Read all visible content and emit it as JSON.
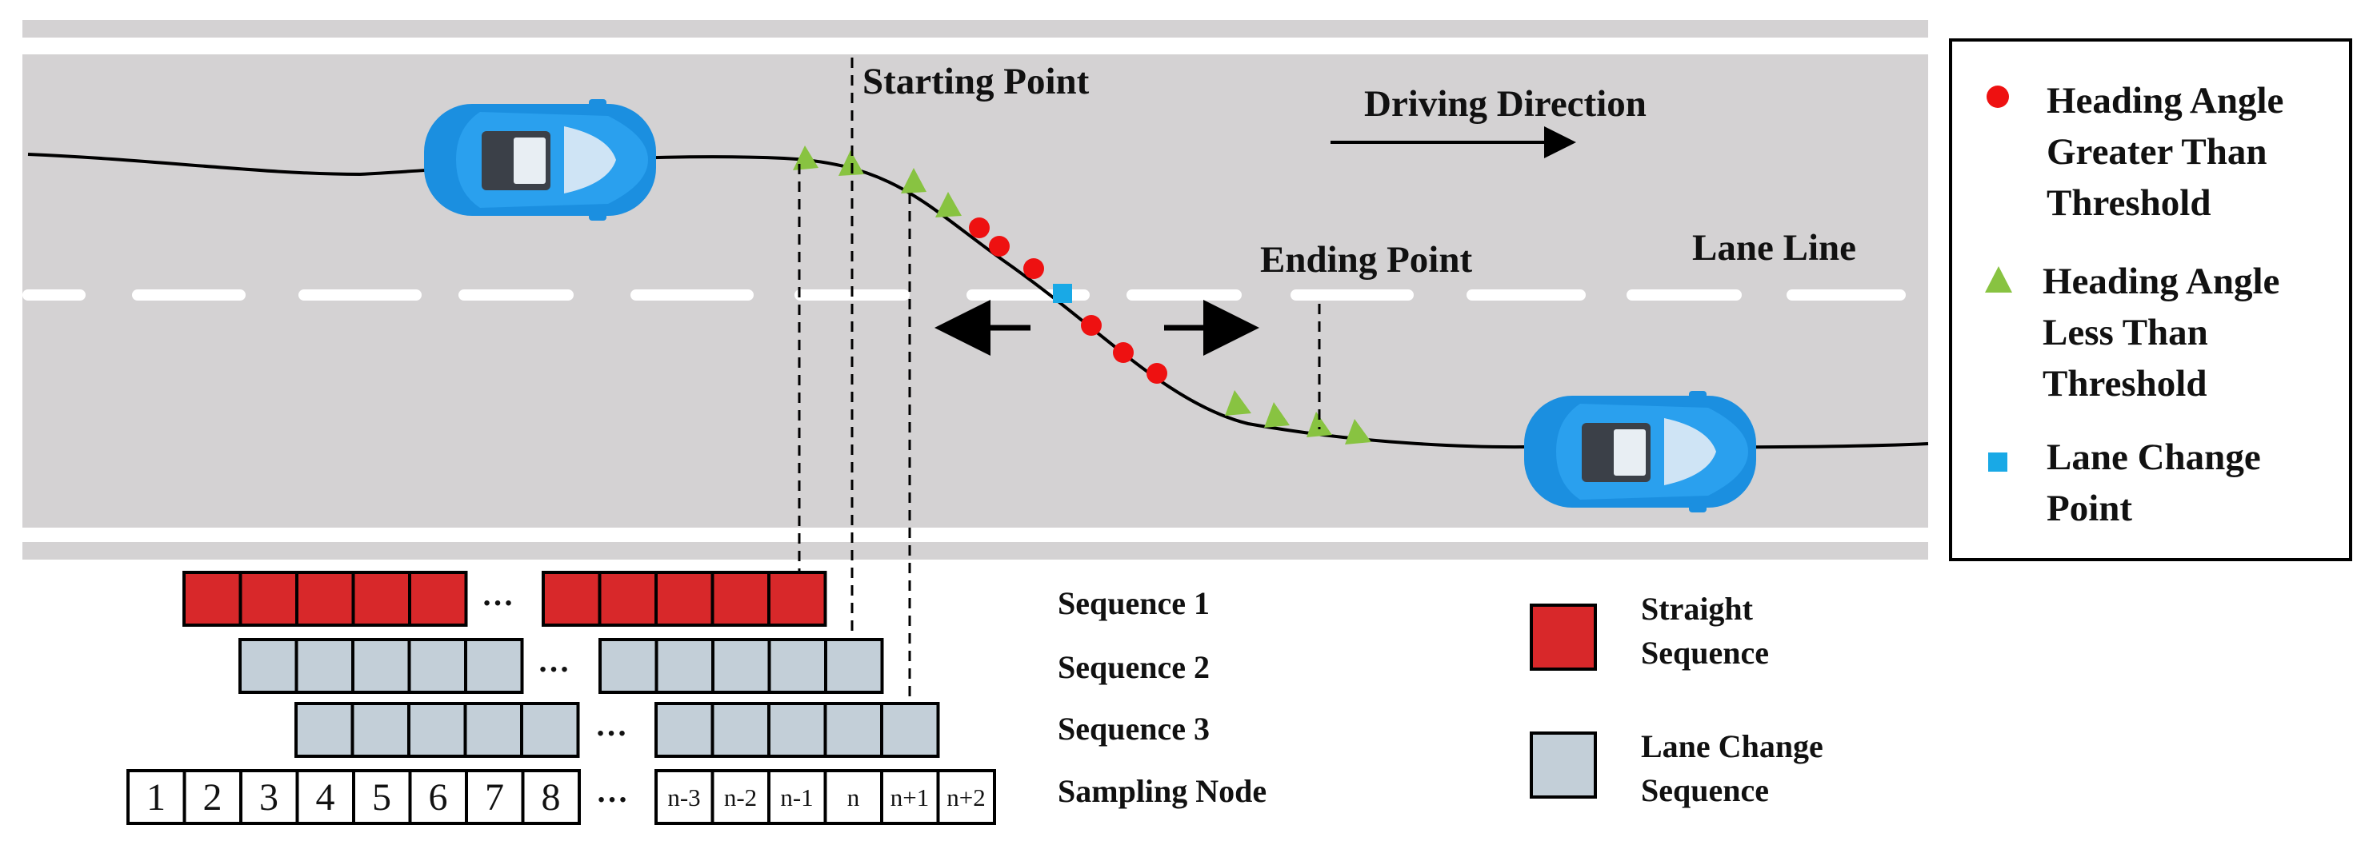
{
  "labels": {
    "starting_point": "Starting Point",
    "driving_direction": "Driving Direction",
    "ending_point": "Ending Point",
    "lane_line": "Lane Line"
  },
  "legend": {
    "items": [
      {
        "symbol": "red-circle",
        "lines": [
          "Heading Angle",
          "Greater Than",
          "Threshold"
        ]
      },
      {
        "symbol": "green-triangle",
        "lines": [
          "Heading Angle",
          "Less Than",
          "Threshold"
        ]
      },
      {
        "symbol": "blue-square",
        "lines": [
          "Lane Change",
          "Point"
        ]
      }
    ]
  },
  "sequences": {
    "rows": [
      "Sequence 1",
      "Sequence 2",
      "Sequence 3",
      "Sampling Node"
    ],
    "ellipsis": "…",
    "left_nodes": [
      "1",
      "2",
      "3",
      "4",
      "5",
      "6",
      "7",
      "8"
    ],
    "right_nodes": [
      "n-3",
      "n-2",
      "n-1",
      "n",
      "n+1",
      "n+2"
    ]
  },
  "sequence_legend": {
    "straight": [
      "Straight",
      "Sequence"
    ],
    "lane_change": [
      "Lane Change",
      "Sequence"
    ]
  },
  "colors": {
    "road": "#d4d2d3",
    "lane_dash": "#ffffff",
    "car_body": "#1b8fe0",
    "heading_above": "#ee1111",
    "heading_below": "#88c341",
    "lane_change_point": "#19a9e6",
    "straight_seq": "#d8282a",
    "lane_change_seq": "#c3cfd8"
  }
}
